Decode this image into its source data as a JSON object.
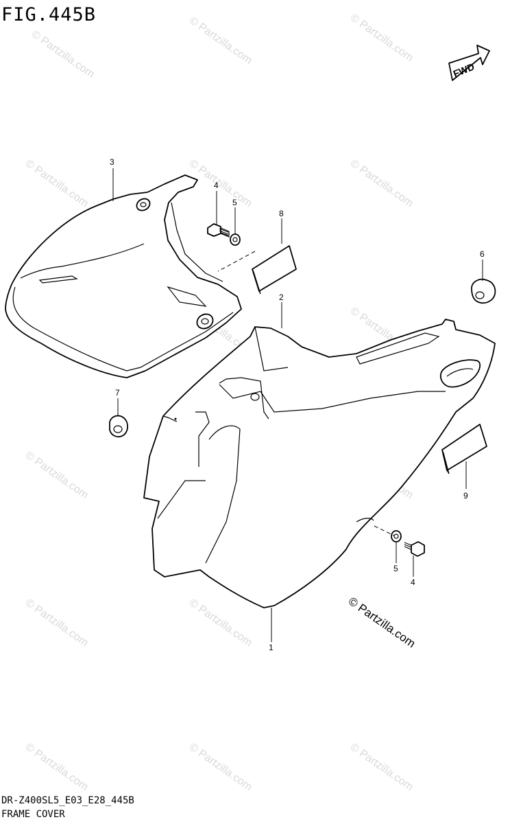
{
  "figure": {
    "title": "FIG.445B"
  },
  "direction_label": "FWD",
  "callouts": [
    {
      "id": "c1",
      "label": "1"
    },
    {
      "id": "c2",
      "label": "2"
    },
    {
      "id": "c3",
      "label": "3"
    },
    {
      "id": "c4a",
      "label": "4"
    },
    {
      "id": "c5a",
      "label": "5"
    },
    {
      "id": "c6",
      "label": "6"
    },
    {
      "id": "c7",
      "label": "7"
    },
    {
      "id": "c8",
      "label": "8"
    },
    {
      "id": "c9",
      "label": "9"
    },
    {
      "id": "c5b",
      "label": "5"
    },
    {
      "id": "c4b",
      "label": "4"
    }
  ],
  "watermark": {
    "text": "© Partzilla.com"
  },
  "footer": {
    "code": "DR-Z400SL5_E03_E28_445B",
    "name": "FRAME COVER"
  }
}
